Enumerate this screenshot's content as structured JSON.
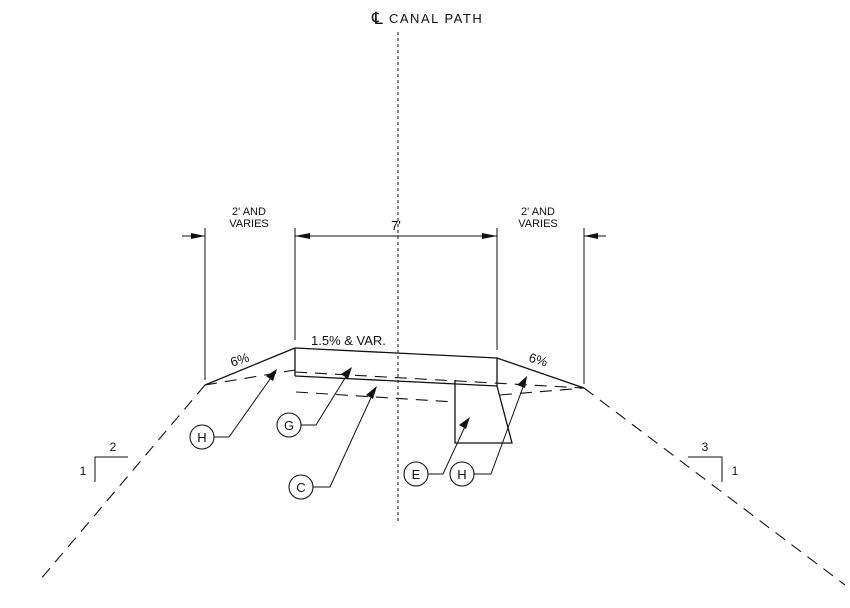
{
  "centerline": {
    "symbol": "℄",
    "label": "CANAL PATH"
  },
  "dimensions": {
    "left_offset": [
      "2' AND",
      "VARIES"
    ],
    "right_offset": [
      "2' AND",
      "VARIES"
    ],
    "top_width": "7'"
  },
  "slopes": {
    "left_shoulder": "6%",
    "right_shoulder": "6%",
    "path_surface": "1.5% & VAR."
  },
  "side_slopes": {
    "left": {
      "run": "2",
      "rise": "1"
    },
    "right": {
      "run": "3",
      "rise": "1"
    }
  },
  "callouts": {
    "h_left": "H",
    "g": "G",
    "c": "C",
    "e": "E",
    "h_right": "H"
  }
}
